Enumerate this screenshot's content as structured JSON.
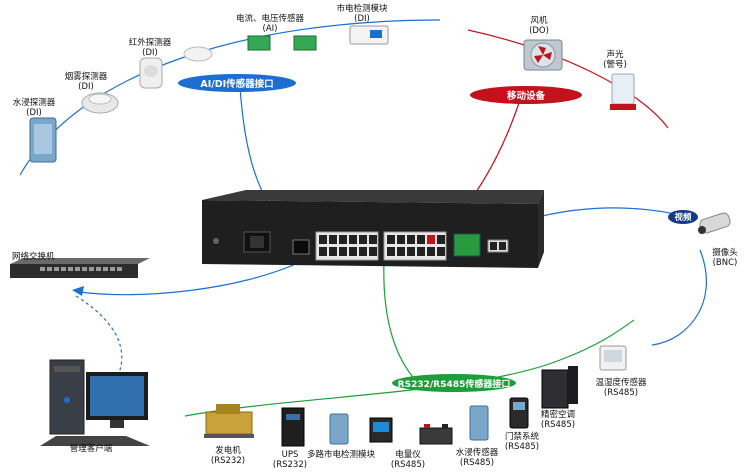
{
  "labels": {
    "water_sensor_di": [
      "水浸探测器",
      "(DI)"
    ],
    "smoke_sensor": [
      "烟雾探测器",
      "(DI)"
    ],
    "ir_sensor": [
      "红外探测器",
      "(DI)"
    ],
    "cv_sensor": [
      "电流、电压传感器",
      "(AI)"
    ],
    "mains_module_di": [
      "市电检测模块",
      "(DI)"
    ],
    "fan": [
      "风机",
      "(DO)"
    ],
    "alarm": [
      "声光",
      "(警号)"
    ],
    "camera": [
      "摄像头",
      "(BNC)"
    ],
    "network_switch": "网络交换机",
    "client": "管理客户端",
    "generator": [
      "发电机",
      "(RS232)"
    ],
    "ups": [
      "UPS",
      "(RS232)"
    ],
    "mains_module_485": "多路市电检测模块",
    "power_meter": [
      "电量仪",
      "(RS485)"
    ],
    "water_sensor_485": [
      "水浸传感器",
      "(RS485)"
    ],
    "access": [
      "门禁系统",
      "(RS485)"
    ],
    "ac": [
      "精密空调",
      "(RS485)"
    ],
    "th_sensor": [
      "温湿度传感器",
      "(RS485)"
    ]
  },
  "pills": {
    "ai_di": "AI/DI传感器接口",
    "mobile": "移动设备",
    "video": "视频",
    "rs": "RS232/RS485传感器接口"
  },
  "colors": {
    "blue": "#1c6fd1",
    "red": "#c2121b",
    "green": "#1e9e3a",
    "navy": "#123a8a"
  }
}
